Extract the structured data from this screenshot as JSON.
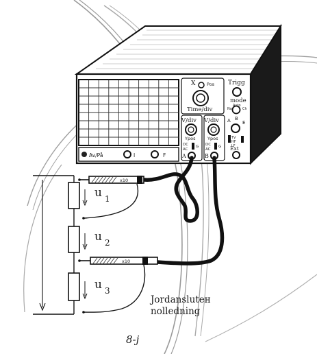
{
  "scope": {
    "x_label": "X",
    "pos_label": "Pos",
    "time_div_label": "Time/div",
    "trigg_label": "Trigg",
    "mode_label": "mode",
    "auto_label": "Auto",
    "norm_label": "Norm",
    "ch_label": "Ch",
    "ch_a_vdiv_label": "V/div",
    "ch_b_vdiv_label": "V/div",
    "ypos_a_label": "Ypos",
    "ypos_b_label": "Ypos",
    "dc_a_label": "DC",
    "ac_a_label": "AC",
    "g_a_label": "G",
    "dc_b_label": "DC",
    "ac_b_label": "AC",
    "g_b_label": "G",
    "input_a_label": "A",
    "input_b_label": "B",
    "trig_src_a": "A",
    "trig_src_b": "B",
    "trig_src_e": "E",
    "tv_label": "TV",
    "hf_label": "HF",
    "lf_label": "LF",
    "ext_label": "Ext",
    "on_pa_label": "Av/På",
    "i_label": "I",
    "f_label": "F"
  },
  "circuit": {
    "u1_label": "u",
    "u1_sub": "1",
    "u2_label": "u",
    "u2_sub": "2",
    "u3_label": "u",
    "u3_sub": "3",
    "probe_upper_text": "x10",
    "probe_lower_text": "x10",
    "ground_label_line1": "Jordanslutен",
    "ground_label_line2": "nolledning"
  },
  "figure_label": "8-j"
}
